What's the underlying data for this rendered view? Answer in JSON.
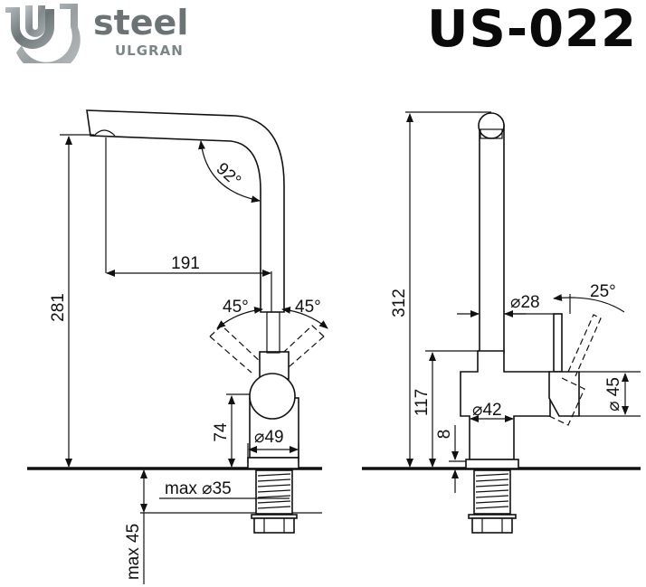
{
  "brand": {
    "name": "steel",
    "subname": "ULGRAN",
    "logo_icon": "ulgran-u-logo-icon",
    "colors": {
      "metal_dark": "#5a6264",
      "metal_light": "#b5bcbd"
    }
  },
  "model": "US-022",
  "front_view": {
    "height_total": "281",
    "spout_reach": "191",
    "spout_angle": "92°",
    "lever_left_angle": "45°",
    "lever_right_angle": "45°",
    "body_height": "74",
    "body_diameter": "⌀49",
    "hole_diameter": "max ⌀35",
    "countertop_thickness": "max 45"
  },
  "side_view": {
    "height_total": "312",
    "spout_diameter": "⌀28",
    "lever_tilt_angle": "25°",
    "lever_height": "117",
    "base_diameter": "⌀42",
    "base_height": "8",
    "handle_diameter": "⌀ 45"
  }
}
